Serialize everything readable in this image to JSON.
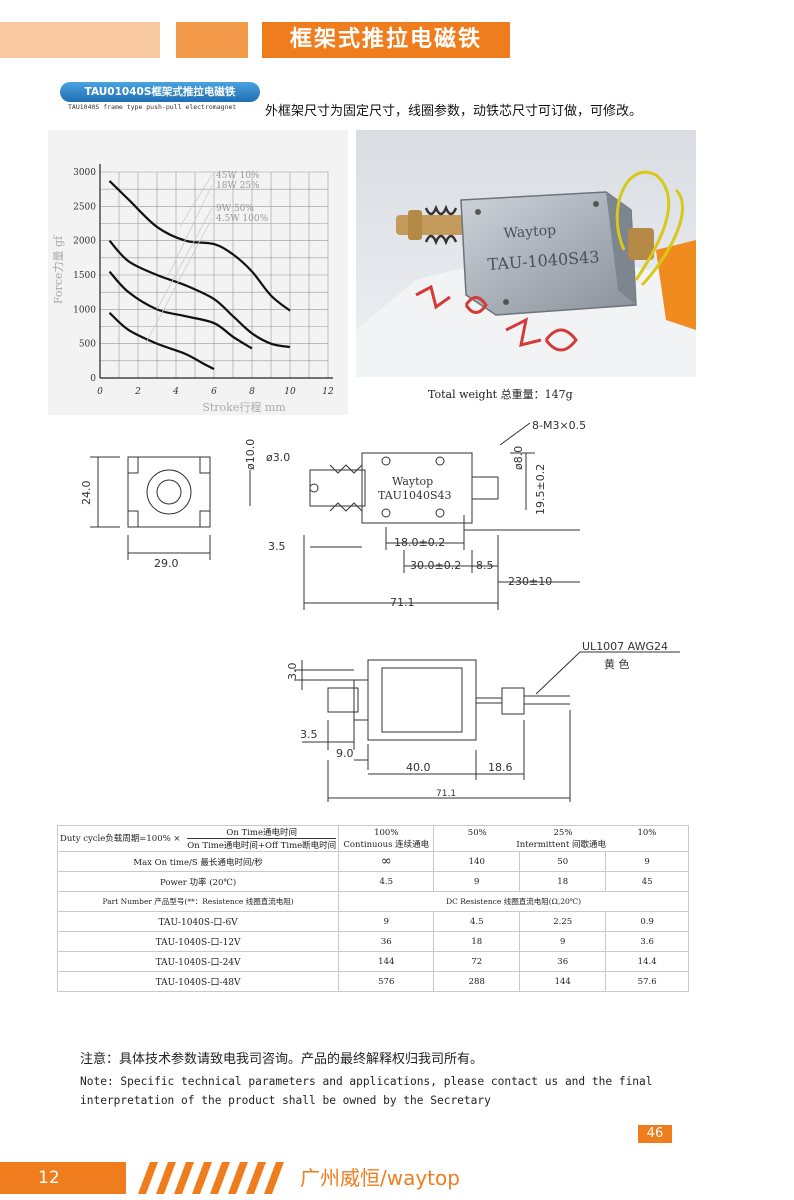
{
  "header": {
    "title": "框架式推拉电磁铁"
  },
  "product": {
    "model_badge": "TAU01040S框架式推拉电磁铁",
    "model_sub": "TAU1040S frame type push-pull electromagnet",
    "intro": "外框架尺寸为固定尺寸，线圈参数，动铁芯尺寸可订做，可修改。",
    "weight": "Total weight 总重量：147g"
  },
  "photo": {
    "body_text_1": "Waytop",
    "body_text_2": "TAU-1040S43"
  },
  "chart_data": {
    "type": "line",
    "ylabel": "Force力量 gf",
    "xlabel": "Stroke行程 mm",
    "x_ticks": [
      "0",
      "2",
      "4",
      "6",
      "8",
      "10",
      "12"
    ],
    "y_ticks": [
      "0",
      "500",
      "1000",
      "1500",
      "2000",
      "2500",
      "3000"
    ],
    "xlim": [
      0,
      12
    ],
    "ylim": [
      0,
      3000
    ],
    "grid": true,
    "series": [
      {
        "name": "45W 10%",
        "x": [
          0.5,
          1.5,
          3,
          4.5,
          6,
          7,
          8,
          9,
          10
        ],
        "y": [
          2870,
          2600,
          2200,
          2000,
          1950,
          1800,
          1550,
          1200,
          980
        ]
      },
      {
        "name": "18W 25%",
        "x": [
          0.5,
          1.5,
          3,
          4.5,
          6,
          7,
          8,
          9,
          10
        ],
        "y": [
          2000,
          1700,
          1500,
          1350,
          1150,
          900,
          650,
          500,
          450
        ]
      },
      {
        "name": "9W 50%",
        "x": [
          0.5,
          1.5,
          3,
          4.5,
          6,
          7,
          8
        ],
        "y": [
          1550,
          1250,
          1000,
          900,
          800,
          600,
          430
        ]
      },
      {
        "name": "4.5W 100%",
        "x": [
          0.5,
          1.5,
          3,
          4.5,
          5.5,
          6
        ],
        "y": [
          950,
          700,
          500,
          350,
          200,
          130
        ]
      }
    ]
  },
  "drawing1": {
    "dims": [
      "24.0",
      "29.0",
      "ø10.0",
      "ø3.0",
      "8-M3×0.5",
      "ø8.0",
      "19.5±0.2",
      "3.5",
      "18.0±0.2",
      "30.0±0.2",
      "8.5",
      "230±10",
      "71.1"
    ],
    "label_1": "Waytop",
    "label_2": "TAU1040S43"
  },
  "drawing2": {
    "dims": [
      "3.0",
      "3.5",
      "9.0",
      "40.0",
      "18.6",
      "71.1"
    ],
    "wire": "UL1007 AWG24",
    "wire_color": "黄 色"
  },
  "table": {
    "duty_label": "Duty cycle负载周期=100% ×",
    "on_time": "On Time通电时间",
    "on_off": "On Time通电时间+Off Time断电时间",
    "duty_values": [
      "100%",
      "50%",
      "25%",
      "10%"
    ],
    "continuous": "Continuous 连续通电",
    "intermittent": "Intermittent 间歇通电",
    "max_on_label": "Max On time/S 最长通电时间/秒",
    "max_on_values": [
      "∞",
      "140",
      "50",
      "9"
    ],
    "power_label": "Power 功率 (20℃)",
    "power_values": [
      "4.5",
      "9",
      "18",
      "45"
    ],
    "part_label": "Part Number 产品型号(**：Resistence 线圈直流电阻)",
    "dc_label": "DC Resistence 线圈直流电阻(Ω,20℃)",
    "rows": [
      {
        "pn": "TAU-1040S-口-6V",
        "v": [
          "9",
          "4.5",
          "2.25",
          "0.9"
        ]
      },
      {
        "pn": "TAU-1040S-口-12V",
        "v": [
          "36",
          "18",
          "9",
          "3.6"
        ]
      },
      {
        "pn": "TAU-1040S-口-24V",
        "v": [
          "144",
          "72",
          "36",
          "14.4"
        ]
      },
      {
        "pn": "TAU-1040S-口-48V",
        "v": [
          "576",
          "288",
          "144",
          "57.6"
        ]
      }
    ]
  },
  "notes": {
    "cn": "注意：具体技术参数请致电我司咨询。产品的最终解释权归我司所有。",
    "en": "Note: Specific technical parameters and applications, please contact us and the final interpretation of the product shall be owned by the Secretary"
  },
  "page_box": "46",
  "footer": {
    "page": "12",
    "brand": "广州威恒/waytop"
  },
  "colors": {
    "accent": "#ef7d1e",
    "badge": "#1f6fb3"
  }
}
